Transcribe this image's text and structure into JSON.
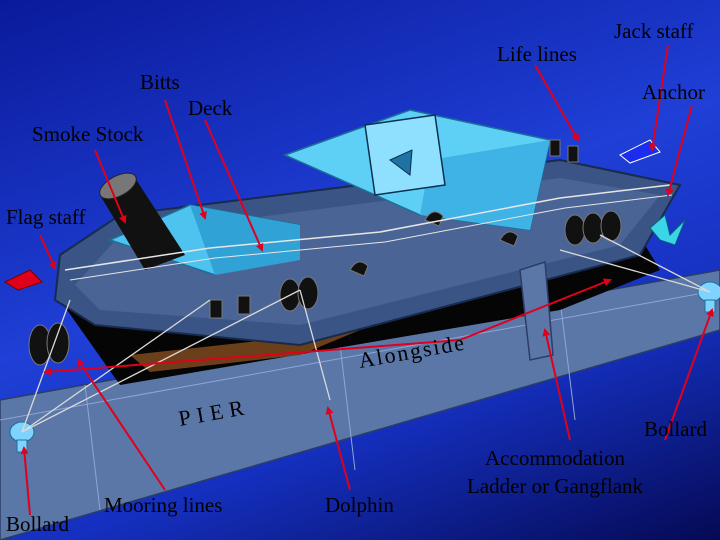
{
  "labels": {
    "jack_staff": "Jack staff",
    "life_lines": "Life lines",
    "anchor": "Anchor",
    "bitts": "Bitts",
    "deck": "Deck",
    "smoke_stock": "Smoke Stock",
    "flag_staff": "Flag staff",
    "alongside": "Alongside",
    "pier": "PIER",
    "bollard_right": "Bollard",
    "accommodation_ladder_line1": "Accommodation",
    "accommodation_ladder_line2": "Ladder or Gangflank",
    "mooring_lines": "Mooring lines",
    "dolphin": "Dolphin",
    "bollard_left": "Bollard"
  },
  "colors": {
    "background_top": "#0a1a9a",
    "hull": "#3a5585",
    "deckhouse": "#4fc3ef",
    "pier": "#5b77a8",
    "arrow": "#e0001b",
    "bollard": "#7fd4ff"
  }
}
